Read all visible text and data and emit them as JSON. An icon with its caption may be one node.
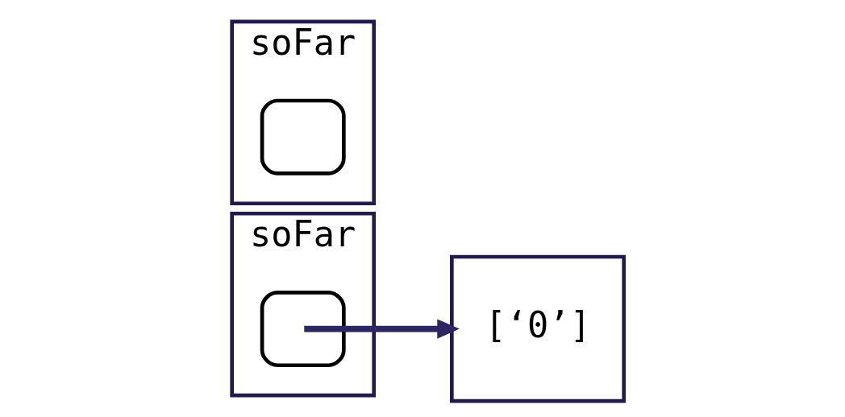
{
  "diagram": {
    "nodes": [
      {
        "text": [
          "soFar"
        ]
      },
      {
        "text": [],
        "shape": "box",
        "in": 0
      },
      {
        "text": [
          "soFar"
        ]
      },
      {
        "text": [],
        "shape": "box",
        "in": 2
      },
      {
        "text": [
          "[‘0’]"
        ]
      }
    ],
    "edges": [
      {
        "from": 1,
        "to": 4,
        "arrow": "to"
      }
    ]
  }
}
